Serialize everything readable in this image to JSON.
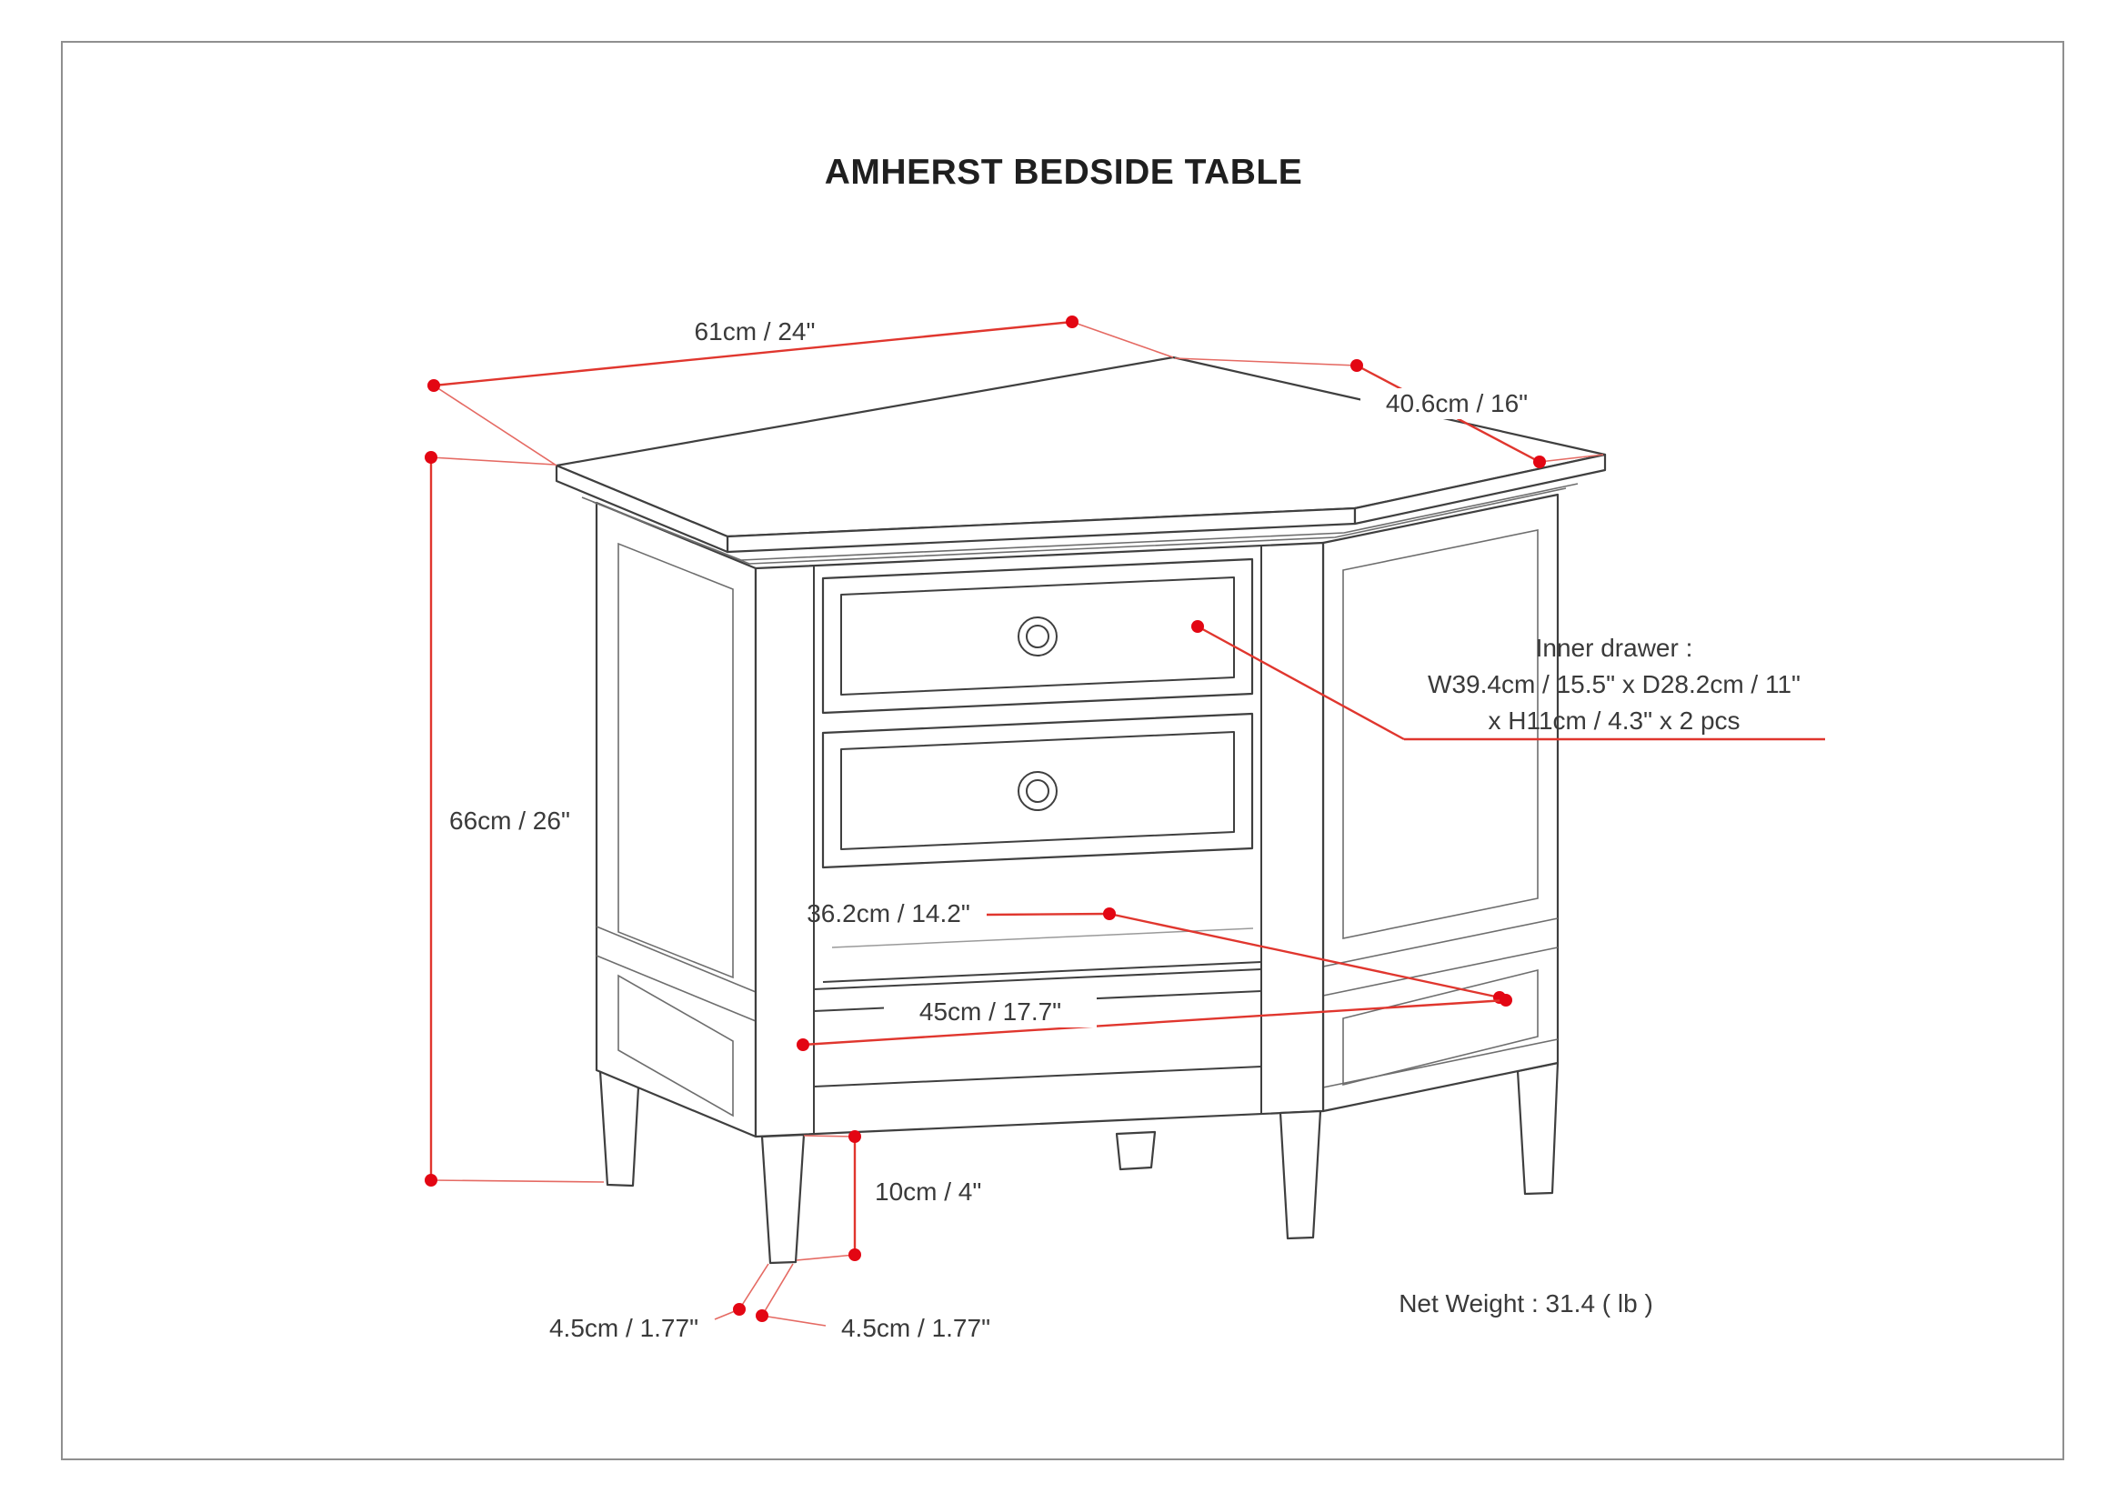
{
  "title": "AMHERST BEDSIDE TABLE",
  "dimensions": {
    "width": "61cm / 24\"",
    "depth": "40.6cm / 16\"",
    "height": "66cm / 26\"",
    "shelf_depth": "36.2cm / 14.2\"",
    "shelf_width": "45cm / 17.7\"",
    "leg_height": "10cm / 4\"",
    "leg_side_a": "4.5cm / 1.77\"",
    "leg_side_b": "4.5cm / 1.77\""
  },
  "inner_drawer": {
    "line1": "Inner drawer :",
    "line2": "W39.4cm / 15.5\" x D28.2cm / 11\"",
    "line3": "x H11cm / 4.3\" x 2 pcs"
  },
  "net_weight": "Net Weight : 31.4 ( lb )",
  "colors": {
    "dimension_red": "#e30613",
    "line_gray": "#3f3f3f"
  }
}
